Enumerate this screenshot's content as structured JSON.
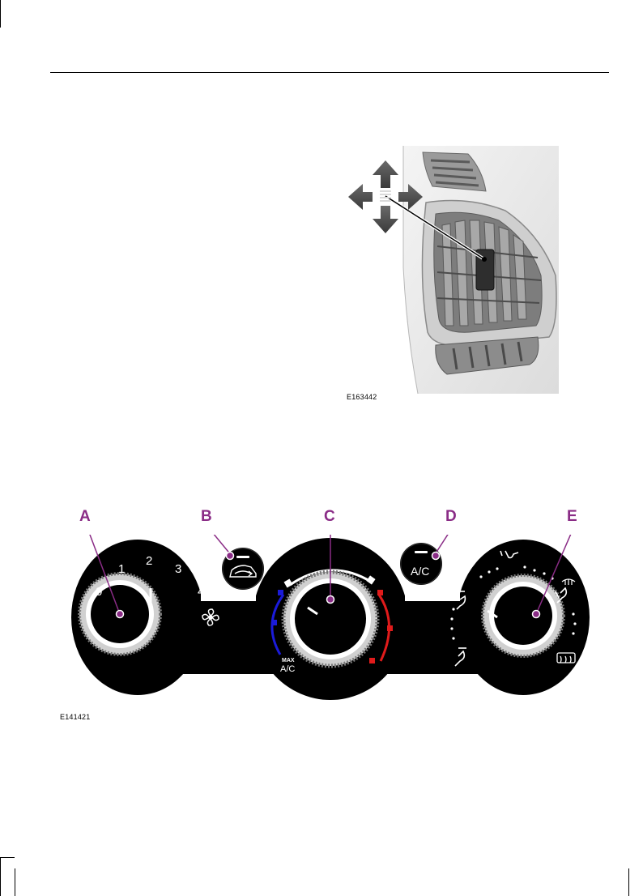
{
  "figure_vent": {
    "code": "E163442"
  },
  "figure_climate": {
    "code": "E141421",
    "callouts": [
      "A",
      "B",
      "C",
      "D",
      "E"
    ],
    "fan_speeds": [
      "0",
      "1",
      "2",
      "3",
      "4"
    ],
    "ac_button_label": "A/C",
    "max_ac_small": "MAX",
    "max_ac_label": "A/C"
  },
  "colors": {
    "callout": "#8a2c86",
    "cold": "#1b1bd8",
    "hot": "#e01b1b",
    "panel": "#000000"
  },
  "icons": [
    "directional-arrows-icon",
    "recirculation-icon",
    "fan-icon",
    "face-vent-icon",
    "floor-vent-icon",
    "windscreen-defrost-icon",
    "rear-defrost-icon"
  ]
}
